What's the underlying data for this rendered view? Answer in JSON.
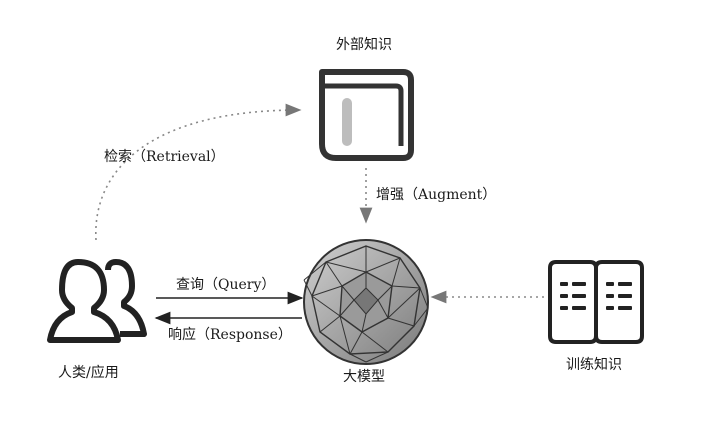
{
  "nodes": {
    "external_knowledge": "外部知识",
    "human_app": "人类/应用",
    "llm": "大模型",
    "training_knowledge": "训练知识"
  },
  "edges": {
    "retrieval": "检索（Retrieval）",
    "augment": "增强（Augment）",
    "query": "查询（Query）",
    "response": "响应（Response）"
  },
  "icons": {
    "external_knowledge": "book-icon",
    "human_app": "users-icon",
    "llm": "polyhedron-icon",
    "training_knowledge": "open-book-icon"
  },
  "colors": {
    "icon_stroke": "#333333",
    "dotted_arrow": "#888888"
  }
}
